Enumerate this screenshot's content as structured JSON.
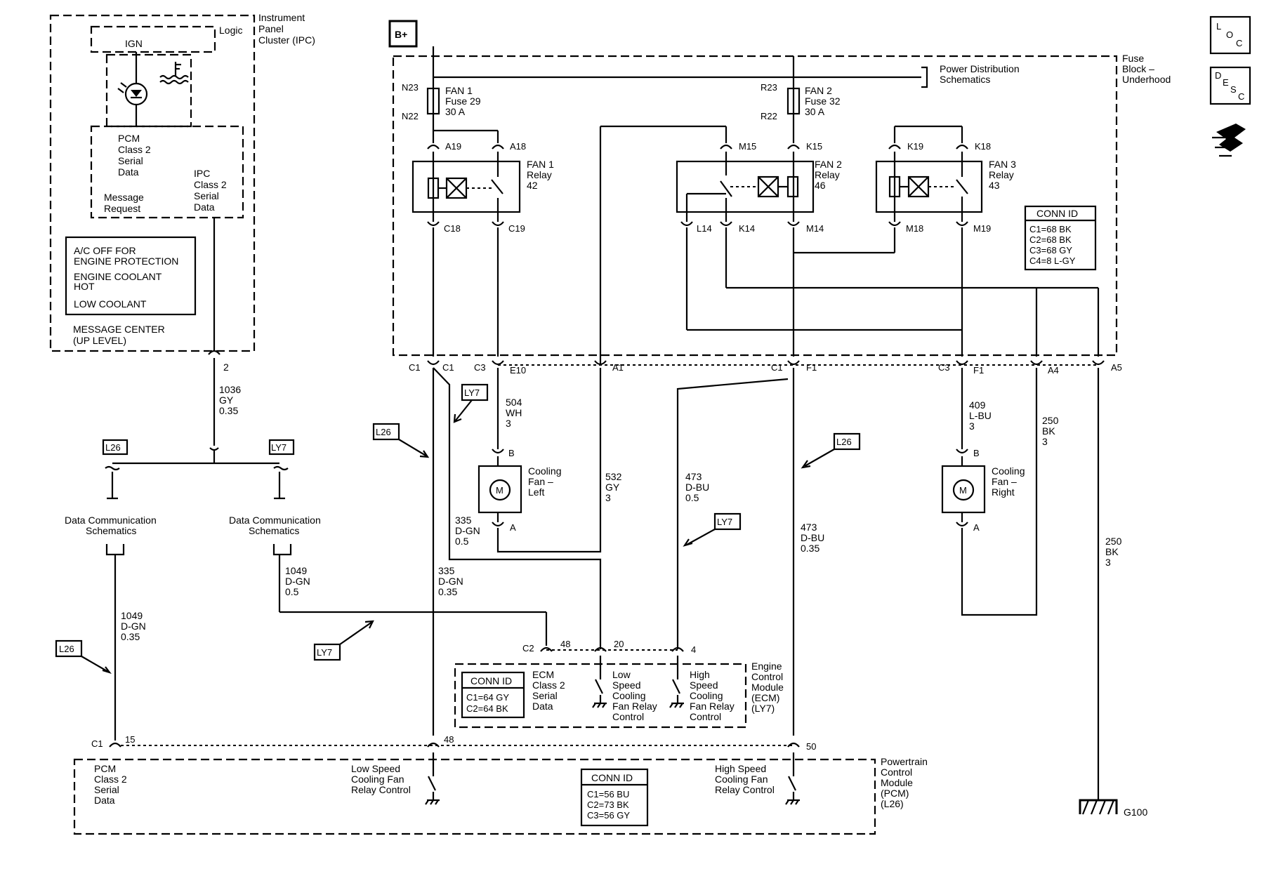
{
  "modules": {
    "ipc": [
      "Instrument",
      "Panel",
      "Cluster (IPC)"
    ],
    "logic": "Logic",
    "ign": "IGN",
    "pcm_serial_ipc": [
      "PCM",
      "Class 2",
      "Serial",
      "Data"
    ],
    "ipc_serial": [
      "IPC",
      "Class 2",
      "Serial",
      "Data"
    ],
    "message_request": [
      "Message",
      "Request"
    ],
    "message_display": [
      "A/C OFF FOR",
      "ENGINE PROTECTION",
      "ENGINE COOLANT",
      "HOT",
      "LOW COOLANT"
    ],
    "message_center": [
      "MESSAGE CENTER",
      "(UP LEVEL)"
    ],
    "fuse_block": [
      "Fuse",
      "Block –",
      "Underhood"
    ],
    "power_dist": [
      "Power Distribution",
      "Schematics"
    ],
    "ecm": [
      "Engine",
      "Control",
      "Module",
      "(ECM)",
      "(LY7)"
    ],
    "ecm_serial": [
      "ECM",
      "Class 2",
      "Serial",
      "Data"
    ],
    "ecm_low": [
      "Low",
      "Speed",
      "Cooling",
      "Fan Relay",
      "Control"
    ],
    "ecm_high": [
      "High",
      "Speed",
      "Cooling",
      "Fan Relay",
      "Control"
    ],
    "pcm": [
      "Powertrain",
      "Control",
      "Module",
      "(PCM)",
      "(L26)"
    ],
    "pcm_serial": [
      "PCM",
      "Class 2",
      "Serial",
      "Data"
    ],
    "pcm_low": [
      "Low Speed",
      "Cooling Fan",
      "Relay Control"
    ],
    "pcm_high": [
      "High Speed",
      "Cooling Fan",
      "Relay Control"
    ],
    "data_comm_left": [
      "Data Communication",
      "Schematics"
    ],
    "data_comm_right": [
      "Data Communication",
      "Schematics"
    ]
  },
  "power": {
    "bplus": "B+",
    "ground": "G100"
  },
  "fuses": [
    {
      "lines": [
        "FAN 1",
        "Fuse 29",
        "30 A"
      ],
      "top": "N23",
      "bottom": "N22"
    },
    {
      "lines": [
        "FAN 2",
        "Fuse 32",
        "30 A"
      ],
      "top": "R23",
      "bottom": "R22"
    }
  ],
  "relays": [
    {
      "lines": [
        "FAN 1",
        "Relay",
        "42"
      ]
    },
    {
      "lines": [
        "FAN 2",
        "Relay",
        "46"
      ]
    },
    {
      "lines": [
        "FAN 3",
        "Relay",
        "43"
      ]
    }
  ],
  "motors": [
    {
      "lines": [
        "Cooling",
        "Fan –",
        "Left"
      ],
      "symbol": "M",
      "pin_top": "B",
      "pin_bottom": "A"
    },
    {
      "lines": [
        "Cooling",
        "Fan –",
        "Right"
      ],
      "symbol": "M",
      "pin_top": "B",
      "pin_bottom": "A"
    }
  ],
  "pins": {
    "A19": "A19",
    "A18": "A18",
    "M15": "M15",
    "K15": "K15",
    "K19": "K19",
    "K18": "K18",
    "C18": "C18",
    "C19": "C19",
    "L14": "L14",
    "K14": "K14",
    "M14": "M14",
    "M18": "M18",
    "M19": "M19",
    "C1": "C1",
    "C3": "C3",
    "E10": "E10",
    "A1": "A1",
    "F1": "F1",
    "A4": "A4",
    "A5": "A5",
    "ipc2": "2",
    "C2": "C2",
    "ecm48": "48",
    "ecm20": "20",
    "ecm4": "4",
    "pcm15": "15",
    "pcm48": "48",
    "pcm50": "50"
  },
  "wires": {
    "w1036": [
      "1036",
      "GY",
      "0.35"
    ],
    "w504": [
      "504",
      "WH",
      "3"
    ],
    "w335a": [
      "335",
      "D-GN",
      "0.5"
    ],
    "w532": [
      "532",
      "GY",
      "3"
    ],
    "w473a": [
      "473",
      "D-BU",
      "0.5"
    ],
    "w473b": [
      "473",
      "D-BU",
      "0.35"
    ],
    "w409": [
      "409",
      "L-BU",
      "3"
    ],
    "w250a": [
      "250",
      "BK",
      "3"
    ],
    "w250b": [
      "250",
      "BK",
      "3"
    ],
    "w1049a": [
      "1049",
      "D-GN",
      "0.5"
    ],
    "w1049b": [
      "1049",
      "D-GN",
      "0.35"
    ],
    "w335b": [
      "335",
      "D-GN",
      "0.35"
    ]
  },
  "options": {
    "l26": "L26",
    "ly7": "LY7"
  },
  "conn_ids": {
    "fuse_block": {
      "title": "CONN ID",
      "rows": [
        "C1=68 BK",
        "C2=68 BK",
        "C3=68 GY",
        "C4=8 L-GY"
      ]
    },
    "ecm": {
      "title": "CONN ID",
      "rows": [
        "C1=64 GY",
        "C2=64 BK"
      ]
    },
    "pcm": {
      "title": "CONN ID",
      "rows": [
        "C1=56 BU",
        "C2=73 BK",
        "C3=56 GY"
      ]
    }
  },
  "nav": {
    "loc": [
      "L",
      "O",
      "C"
    ],
    "desc": [
      "D",
      "E",
      "S",
      "C"
    ]
  }
}
